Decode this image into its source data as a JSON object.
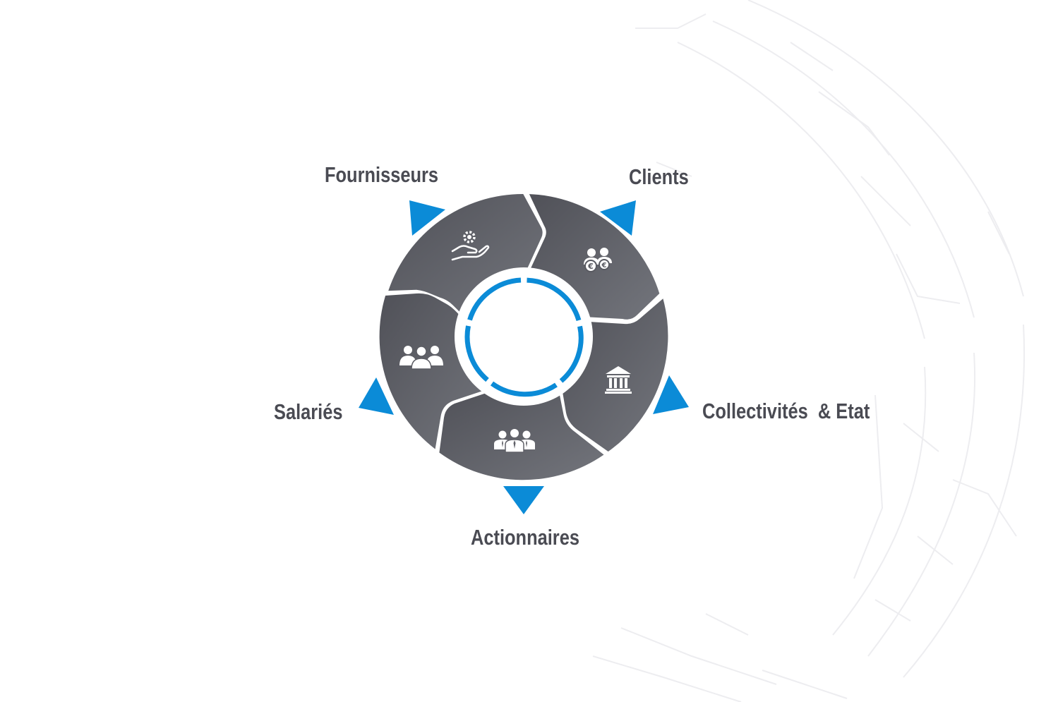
{
  "stakeholders": [
    {
      "label": "Fournisseurs",
      "icon": "hand-gear-icon"
    },
    {
      "label": "Clients",
      "icon": "clients-euro-icon"
    },
    {
      "label": "Collectivités  & Etat",
      "icon": "bank-building-icon"
    },
    {
      "label": "Actionnaires",
      "icon": "business-people-icon"
    },
    {
      "label": "Salariés",
      "icon": "employees-group-icon"
    }
  ],
  "colors": {
    "segment_dark": "#55565d",
    "segment_light": "#6d6f76",
    "accent_blue": "#0b8bd7",
    "label_text": "#4a4b53",
    "background_lines": "#eeeef0"
  }
}
